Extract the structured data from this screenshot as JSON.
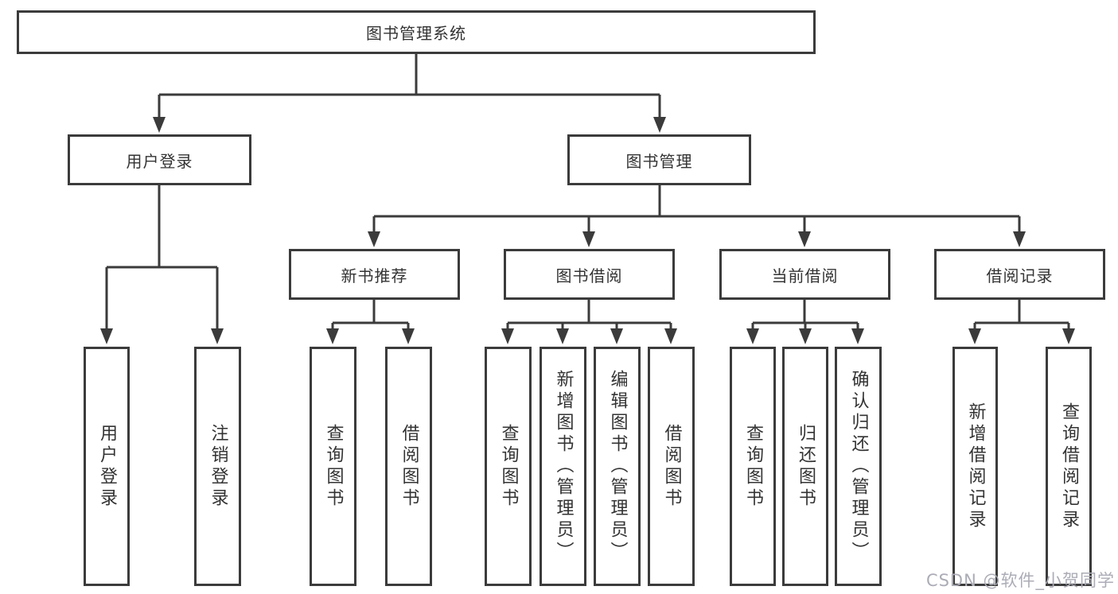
{
  "diagram_title": "图书管理系统",
  "nodes": {
    "root": {
      "label": "图书管理系统"
    },
    "level2": [
      {
        "label": "用户登录",
        "parent": "图书管理系统"
      },
      {
        "label": "图书管理",
        "parent": "图书管理系统"
      }
    ],
    "level3": [
      {
        "label": "新书推荐",
        "parent": "图书管理"
      },
      {
        "label": "图书借阅",
        "parent": "图书管理"
      },
      {
        "label": "当前借阅",
        "parent": "图书管理"
      },
      {
        "label": "借阅记录",
        "parent": "图书管理"
      }
    ],
    "leaves": [
      {
        "label": "用户登录",
        "parent": "用户登录"
      },
      {
        "label": "注销登录",
        "parent": "用户登录"
      },
      {
        "label": "查询图书",
        "parent": "新书推荐"
      },
      {
        "label": "借阅图书",
        "parent": "新书推荐"
      },
      {
        "label": "查询图书",
        "parent": "图书借阅"
      },
      {
        "label": "新增图书（管理员）",
        "parent": "图书借阅"
      },
      {
        "label": "编辑图书（管理员）",
        "parent": "图书借阅"
      },
      {
        "label": "借阅图书",
        "parent": "图书借阅"
      },
      {
        "label": "查询图书",
        "parent": "当前借阅"
      },
      {
        "label": "归还图书",
        "parent": "当前借阅"
      },
      {
        "label": "确认归还（管理员）",
        "parent": "当前借阅"
      },
      {
        "label": "新增借阅记录",
        "parent": "借阅记录"
      },
      {
        "label": "查询借阅记录",
        "parent": "借阅记录"
      }
    ]
  },
  "watermark": {
    "text": "CSDN @软件_小贺同学"
  },
  "colors": {
    "line": "#3b3b3b",
    "text": "#333333",
    "background": "#ffffff",
    "watermark": "#abacb6"
  }
}
